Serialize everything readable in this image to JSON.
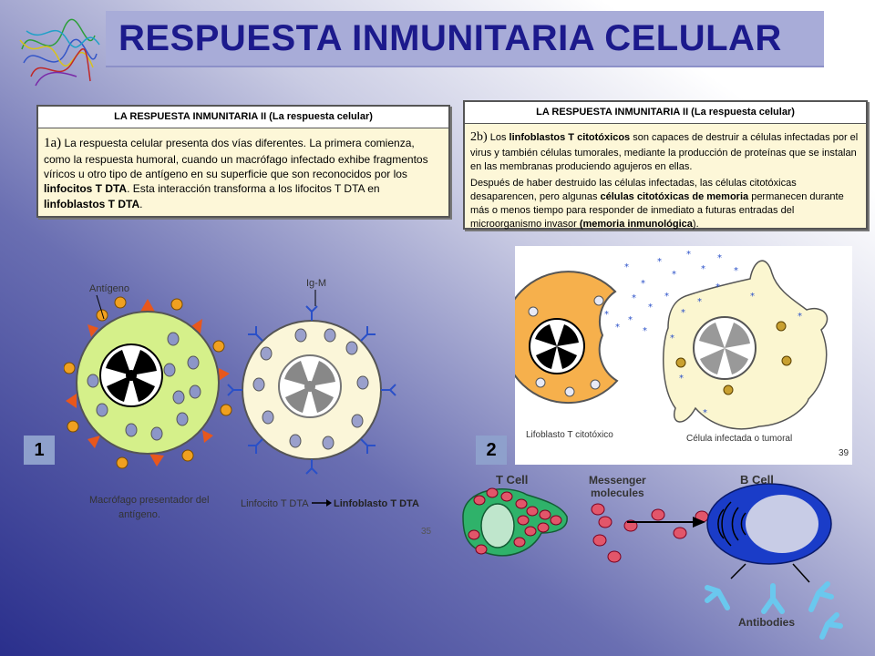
{
  "title": "RESPUESTA INMUNITARIA CELULAR",
  "panel1": {
    "header": "LA RESPUESTA INMUNITARIA II (La respuesta celular)",
    "num": "1a)",
    "t1": " La respuesta celular presenta dos vías diferentes. La primera comienza, como la respuesta humoral, cuando un macrófago infectado exhibe fragmentos víricos u otro tipo de antígeno en su superficie que son reconocidos por los ",
    "b1": "linfocitos T DTA",
    "t2": ". Esta interacción transforma a los lifocitos T DTA en ",
    "b2": "linfoblastos T DTA",
    "t3": "."
  },
  "panel2": {
    "header": "LA RESPUESTA INMUNITARIA II (La respuesta celular)",
    "num": "2b)",
    "t1": " Los ",
    "b1": "linfoblastos T citotóxicos",
    "t2": " son capaces de destruir a células infectadas por el virus y también células tumorales, mediante la producción de proteínas que se instalan en las membranas produciendo agujeros en ellas.",
    "t3": "Después de haber destruido las células infectadas, las células citotóxicas desaparencen, pero algunas ",
    "b2": "células citotóxicas de memoria",
    "t4": " permanecen durante más o menos tiempo para responder de inmediato a futuras entradas del microorganismo invasor ",
    "b3": "(memoria inmunológica",
    "t5": ")."
  },
  "fig1": {
    "antigen_label": "Antígeno",
    "igm_label": "Ig-M",
    "macrophage_caption_1": "Macrófago presentador del",
    "macrophage_caption_2": "antígeno.",
    "lymph_caption": "Linfocito T DTA",
    "blast_caption": "Linfoblasto T DTA",
    "page_num": "35"
  },
  "fig2": {
    "lifoblast_label": "Lifoblasto T citotóxico",
    "infected_label": "Célula infectada o tumoral",
    "page_num": "39"
  },
  "fig3": {
    "tcell": "T Cell",
    "messenger_1": "Messenger",
    "messenger_2": "molecules",
    "bcell": "B Cell",
    "antibodies": "Antibodies"
  },
  "badges": {
    "one": "1",
    "two": "2"
  },
  "icons": {
    "logo": "protein-structure-icon",
    "arrow": "right-arrow-icon"
  }
}
